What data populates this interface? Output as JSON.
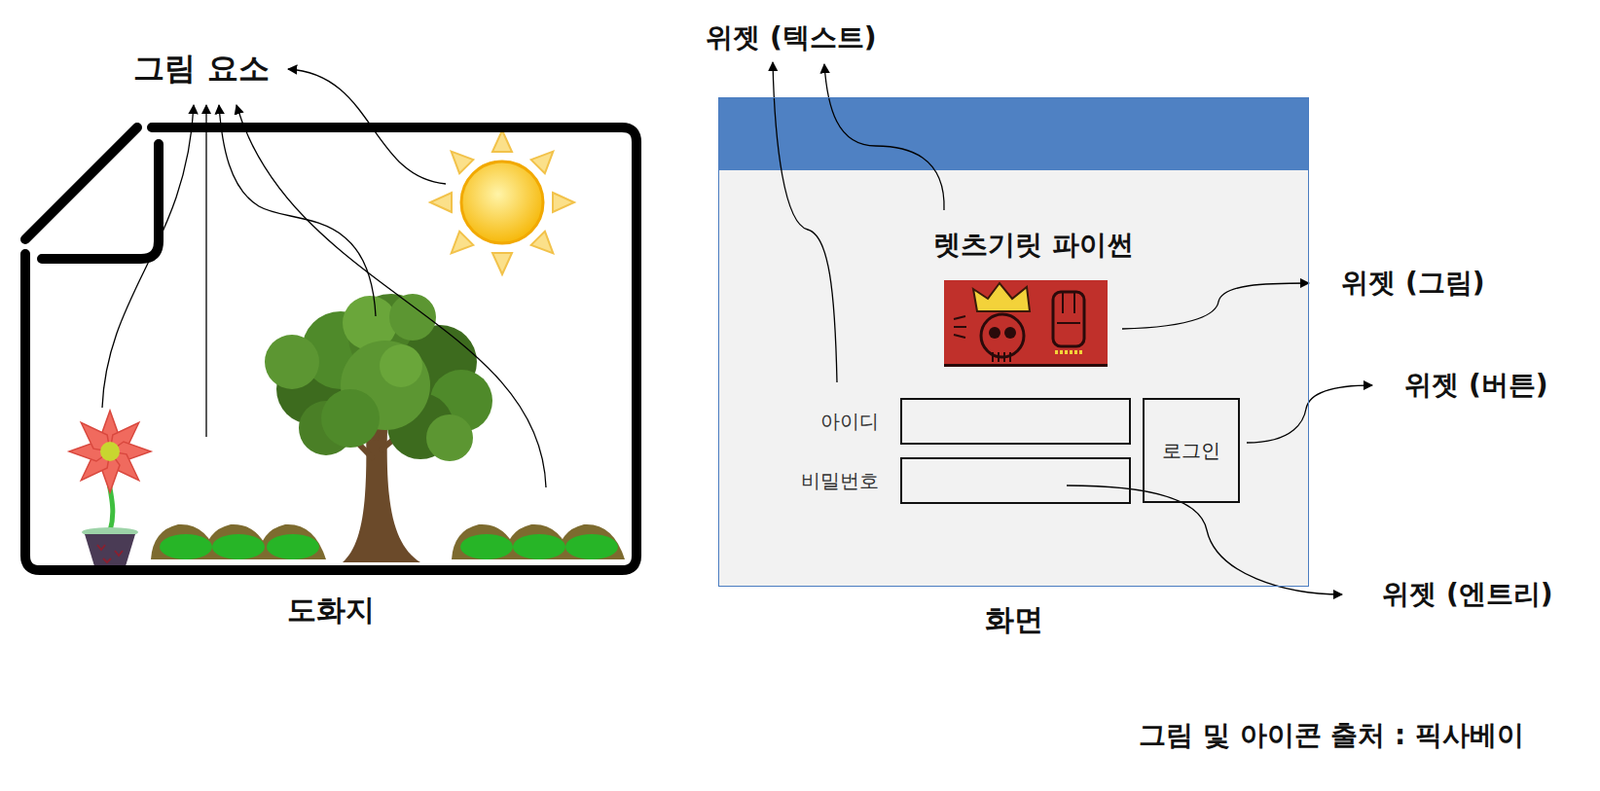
{
  "diagram": {
    "nodes": [
      {
        "text": [
          "도화지"
        ]
      },
      {
        "text": [
          "화면"
        ]
      },
      {
        "text": [
          "아이디"
        ],
        "in": 1
      },
      {
        "text": [
          "비밀번호"
        ],
        "in": 1
      },
      {
        "text": [
          "로그인"
        ],
        "in": 1
      }
    ],
    "labels": [
      "그림 요소",
      "위젯 (텍스트)",
      "렛츠기릿 파이썬",
      "위젯 (그림)",
      "위젯 (버튼)",
      "위젯 (엔트리)",
      "그림 및 아이콘 출처 : 픽사베이"
    ]
  }
}
